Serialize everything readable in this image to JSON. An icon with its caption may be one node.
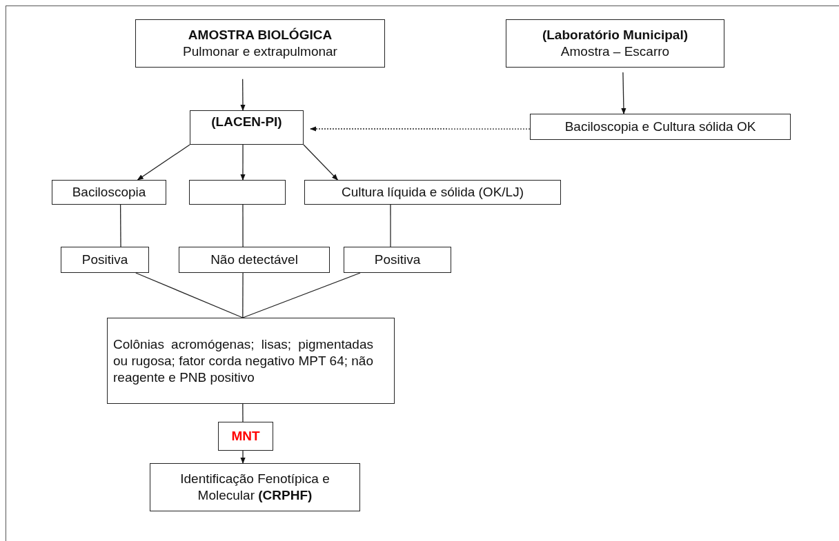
{
  "diagram": {
    "nodes": [
      {
        "text": [
          "AMOSTRA BIOLÓGICA",
          "Pulmonar e extrapulmonar"
        ]
      },
      {
        "text": [
          "(Laboratório Municipal)",
          "Amostra – Escarro"
        ]
      },
      {
        "text": [
          "(LACEN-PI)"
        ]
      },
      {
        "text": [
          "Baciloscopia e Cultura sólida OK"
        ]
      },
      {
        "text": [
          "Baciloscopia"
        ]
      },
      {
        "text": [],
        "shape": "box"
      },
      {
        "text": [
          "Cultura líquida e sólida (OK/LJ)"
        ]
      },
      {
        "text": [
          "Positiva"
        ]
      },
      {
        "text": [
          "Não detectável"
        ]
      },
      {
        "text": [
          "Positiva"
        ]
      },
      {
        "text": [
          "Colônias acromógenas; lisas; pigmentadas ou rugosa; fator corda negativo MPT 64; não reagente e PNB positivo"
        ]
      },
      {
        "text": [
          "MNT"
        ]
      },
      {
        "text": [
          "Identificação Fenotípica e Molecular **(CRPHF)**"
        ]
      }
    ],
    "edges": [
      {
        "from": 0,
        "to": 2,
        "arrow": "to"
      },
      {
        "from": 1,
        "to": 3,
        "arrow": "to"
      },
      {
        "from": 3,
        "to": 2,
        "arrow": "to",
        "style": "dashed"
      },
      {
        "from": 2,
        "to": 4,
        "arrow": "to"
      },
      {
        "from": 2,
        "to": 5,
        "arrow": "to"
      },
      {
        "from": 2,
        "to": 6,
        "arrow": "to"
      },
      {
        "from": 4,
        "to": 7,
        "arrow": "none"
      },
      {
        "from": 5,
        "to": 8,
        "arrow": "none"
      },
      {
        "from": 6,
        "to": 9,
        "arrow": "none"
      },
      {
        "from": 7,
        "to": 10,
        "arrow": "none"
      },
      {
        "from": 8,
        "to": 10,
        "arrow": "none"
      },
      {
        "from": 9,
        "to": 10,
        "arrow": "none"
      },
      {
        "from": 10,
        "to": 11,
        "arrow": "none"
      },
      {
        "from": 11,
        "to": 12,
        "arrow": "to"
      }
    ]
  }
}
